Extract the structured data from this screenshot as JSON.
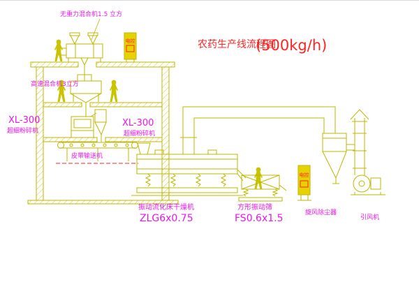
{
  "title": {
    "name": "农药生产线流程图",
    "capacity": "(500kg/h)"
  },
  "equipment_labels": {
    "gravity_mixer": "无重力混合机1.5 立方",
    "high_speed_mixer": "高速混合机3立方",
    "crusher_left_model": "XL-300",
    "crusher_left_name": "超细粉碎机",
    "crusher_center_model": "XL-300",
    "crusher_center_name": "超细粉碎机",
    "belt_conveyor": "皮带输送机",
    "fluid_bed_dryer_name": "振动流化床干燥机",
    "fluid_bed_dryer_model": "ZLG6x0.75",
    "vibrating_screen_name": "方形振动筛",
    "vibrating_screen_model": "FS0.6x1.5",
    "cyclone_separator": "旋风除尘器",
    "induced_draft_fan": "引风机",
    "control_panel_text": "电控"
  },
  "colors": {
    "drawing_line": "#bdb700",
    "label_magenta": "#ee14ee",
    "title_red": "#ff2525",
    "panel_fill": "#e6d200",
    "background": "#ffffff"
  }
}
